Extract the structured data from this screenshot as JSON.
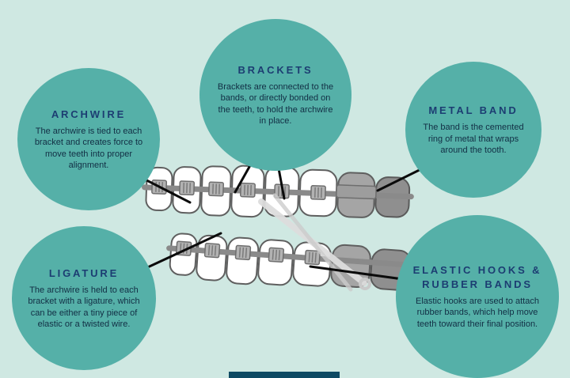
{
  "palette": {
    "background": "#cfe8e2",
    "circle": "#55b0a8",
    "title_text": "#1c3d72",
    "body_text": "#122e44",
    "connector_line": "#0b0b0b"
  },
  "callouts": [
    {
      "id": "archwire",
      "title": "ARCHWIRE",
      "body": "The archwire is tied to each bracket and creates force to move teeth into proper alignment."
    },
    {
      "id": "brackets",
      "title": "BRACKETS",
      "body": "Brackets are connected to the bands, or directly bonded on the teeth, to hold the archwire in place."
    },
    {
      "id": "metal-band",
      "title": "METAL BAND",
      "body": "The band is the cemented ring of metal that wraps around the tooth."
    },
    {
      "id": "ligature",
      "title": "LIGATURE",
      "body": "The archwire is held to each bracket with a ligature, which can be either a tiny piece of elastic or a twisted wire."
    },
    {
      "id": "elastic-hooks",
      "title": "ELASTIC HOOKS & RUBBER BANDS",
      "body": "Elastic hooks are used to attach rubber bands, which help move teeth toward their final position."
    }
  ],
  "icons": {
    "teeth_illustration": "upper-and-lower-teeth-with-braces-archwire-and-elastic"
  }
}
